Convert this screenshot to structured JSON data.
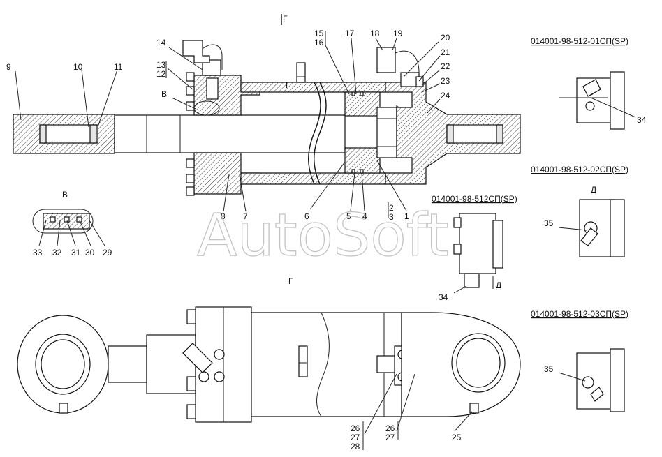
{
  "watermark": "AutoSoft",
  "views": {
    "section_mark_top": "Г",
    "section_mark_bottom": "Г",
    "detail_v": "В",
    "detail_v_small": "В",
    "arrow_d_small": "Д",
    "arrow_d_view": "Д"
  },
  "variants": {
    "v01": "014001-98-512-01СП(SP)",
    "v02": "014001-98-512-02СП(SP)",
    "v00": "014001-98-512СП(SP)",
    "v03": "014001-98-512-03СП(SP)"
  },
  "callouts": {
    "c1": "1",
    "c2": "2",
    "c3": "3",
    "c4": "4",
    "c5": "5",
    "c6": "6",
    "c7": "7",
    "c8": "8",
    "c9": "9",
    "c10": "10",
    "c11": "11",
    "c12": "12",
    "c13": "13",
    "c14": "14",
    "c15": "15",
    "c16": "16",
    "c17": "17",
    "c18": "18",
    "c19": "19",
    "c20": "20",
    "c21": "21",
    "c22": "22",
    "c23": "23",
    "c24": "24",
    "c25": "25",
    "c26a": "26",
    "c27a": "27",
    "c28": "28",
    "c26b": "26",
    "c27b": "27",
    "c29": "29",
    "c30": "30",
    "c31": "31",
    "c32": "32",
    "c33": "33",
    "c34a": "34",
    "c34b": "34",
    "c35a": "35",
    "c35b": "35"
  }
}
